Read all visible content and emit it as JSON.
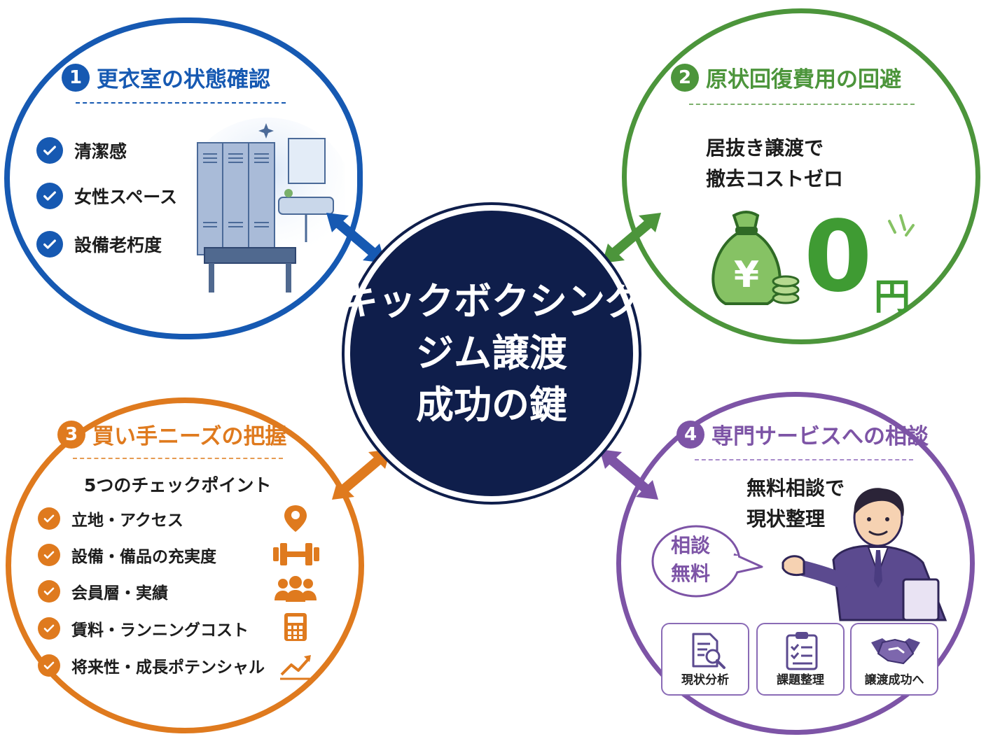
{
  "center": {
    "lines": [
      "キックボクシング",
      "ジム譲渡",
      "成功の鍵"
    ]
  },
  "colors": {
    "blue": "#1659b2",
    "green": "#4c953b",
    "orange": "#df7a1e",
    "purple": "#7d54a6",
    "navy": "#0f1e4b"
  },
  "section1": {
    "num": "1",
    "title": "更衣室の状態確認",
    "items": [
      "清潔感",
      "女性スペース",
      "設備老朽度"
    ]
  },
  "section2": {
    "num": "2",
    "title": "原状回復費用の回避",
    "line1": "居抜き譲渡で",
    "line2": "撤去コストゼロ",
    "amount": "0",
    "unit": "円",
    "yen": "¥"
  },
  "section3": {
    "num": "3",
    "title": "買い手ニーズの把握",
    "subtitle": "5つのチェックポイント",
    "items": [
      "立地・アクセス",
      "設備・備品の充実度",
      "会員層・実績",
      "賃料・ランニングコスト",
      "将来性・成長ポテンシャル"
    ],
    "icons": [
      "map-pin-icon",
      "dumbbell-icon",
      "people-icon",
      "calculator-icon",
      "growth-chart-icon"
    ]
  },
  "section4": {
    "num": "4",
    "title": "専門サービスへの相談",
    "line1": "無料相談で",
    "line2": "現状整理",
    "bubble1": "相談",
    "bubble2": "無料",
    "steps": [
      "現状分析",
      "課題整理",
      "譲渡成功へ"
    ]
  }
}
